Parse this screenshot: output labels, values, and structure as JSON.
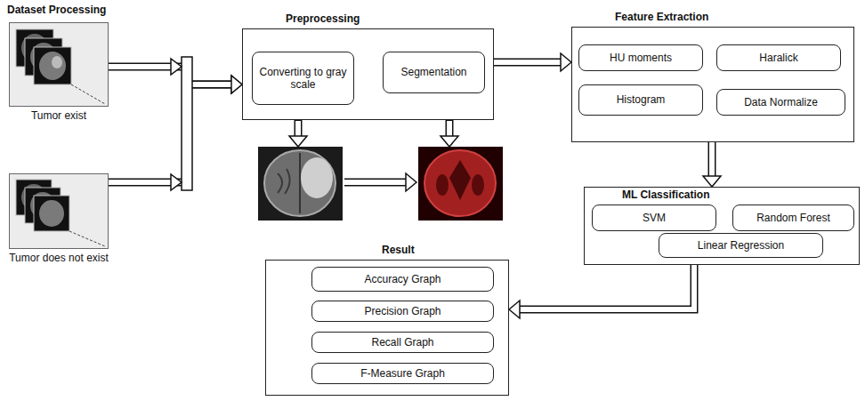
{
  "diagram": {
    "nodes": [
      {
        "text": [
          "Tumor exist"
        ]
      },
      {
        "text": [
          "Tumor does not exist"
        ]
      },
      {
        "text": [
          "Preprocessing"
        ]
      },
      {
        "text": [
          "Converting to gray scale"
        ],
        "in": 2
      },
      {
        "text": [
          "Segmentation"
        ],
        "in": 2
      },
      {
        "text": [
          "Feature Extraction"
        ]
      },
      {
        "text": [
          "HU moments"
        ],
        "in": 5
      },
      {
        "text": [
          "Haralick"
        ],
        "in": 5
      },
      {
        "text": [
          "Histogram"
        ],
        "in": 5
      },
      {
        "text": [
          "Data Normalize"
        ],
        "in": 5
      },
      {
        "text": [
          "ML Classification"
        ]
      },
      {
        "text": [
          "SVM"
        ],
        "in": 10
      },
      {
        "text": [
          "Random Forest"
        ],
        "in": 10
      },
      {
        "text": [
          "Linear Regression"
        ],
        "in": 10
      },
      {
        "text": [
          "Result"
        ]
      },
      {
        "text": [
          "Accuracy Graph"
        ],
        "in": 14
      },
      {
        "text": [
          "Precision Graph"
        ],
        "in": 14
      },
      {
        "text": [
          "Recall Graph"
        ],
        "in": 14
      },
      {
        "text": [
          "F-Measure Graph"
        ],
        "in": 14
      }
    ],
    "edges": [
      {
        "from": 0,
        "to": 2,
        "arrow": "to"
      },
      {
        "from": 1,
        "to": 2,
        "arrow": "to"
      },
      {
        "from": 2,
        "to": 5,
        "arrow": "to"
      },
      {
        "from": 5,
        "to": 10,
        "arrow": "to"
      },
      {
        "from": 10,
        "to": 14,
        "arrow": "to"
      }
    ],
    "labels": [
      "Dataset Processing"
    ]
  }
}
